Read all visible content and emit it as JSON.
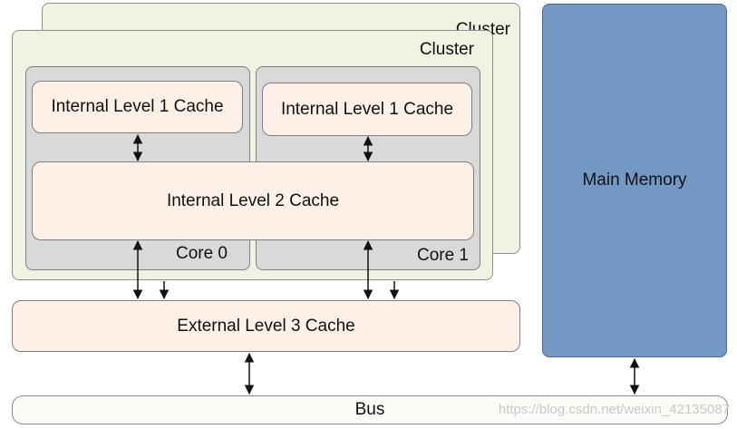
{
  "cluster_back": {
    "label": "Cluster"
  },
  "cluster_front": {
    "label": "Cluster"
  },
  "core0": {
    "label": "Core 0",
    "l1_label": "Internal Level 1 Cache"
  },
  "core1": {
    "label": "Core 1",
    "l1_label": "Internal Level 1 Cache"
  },
  "l2": {
    "label": "Internal Level 2 Cache"
  },
  "l3": {
    "label": "External Level 3 Cache"
  },
  "memory": {
    "label": "Main Memory"
  },
  "bus": {
    "label": "Bus"
  },
  "watermark": "https://blog.csdn.net/weixin_42135087",
  "colors": {
    "cluster_fill": "#eef3e2",
    "core_fill": "#d9d9d9",
    "cache_fill": "#fdf0e6",
    "memory_fill": "#7398c4"
  }
}
